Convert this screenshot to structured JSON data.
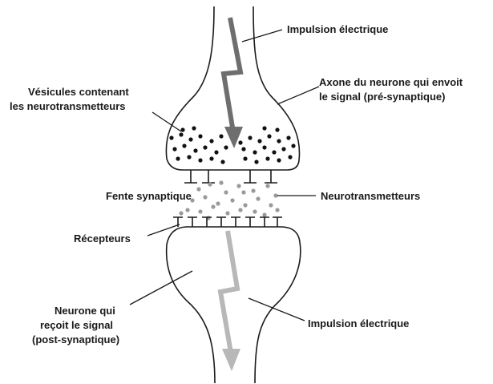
{
  "labels": {
    "impulse_top": "Impulsion électrique",
    "axon_line1": "Axone du neurone qui envoit",
    "axon_line2": "le signal (pré-synaptique)",
    "vesicles_line1": "Vésicules contenant",
    "vesicles_line2": "les neurotransmetteurs",
    "cleft": "Fente synaptique",
    "neurotransmitters": "Neurotransmetteurs",
    "receptors": "Récepteurs",
    "post_line1": "Neurone qui",
    "post_line2": "reçoit le signal",
    "post_line3": "(post-synaptique)",
    "impulse_bottom": "Impulsion électrique"
  },
  "colors": {
    "outline": "#1a1a1a",
    "vesicle": "#111111",
    "neurotransmitter": "#9a9a9a",
    "impulse_pre": "#6e6e6e",
    "impulse_post": "#b8b8b8"
  }
}
